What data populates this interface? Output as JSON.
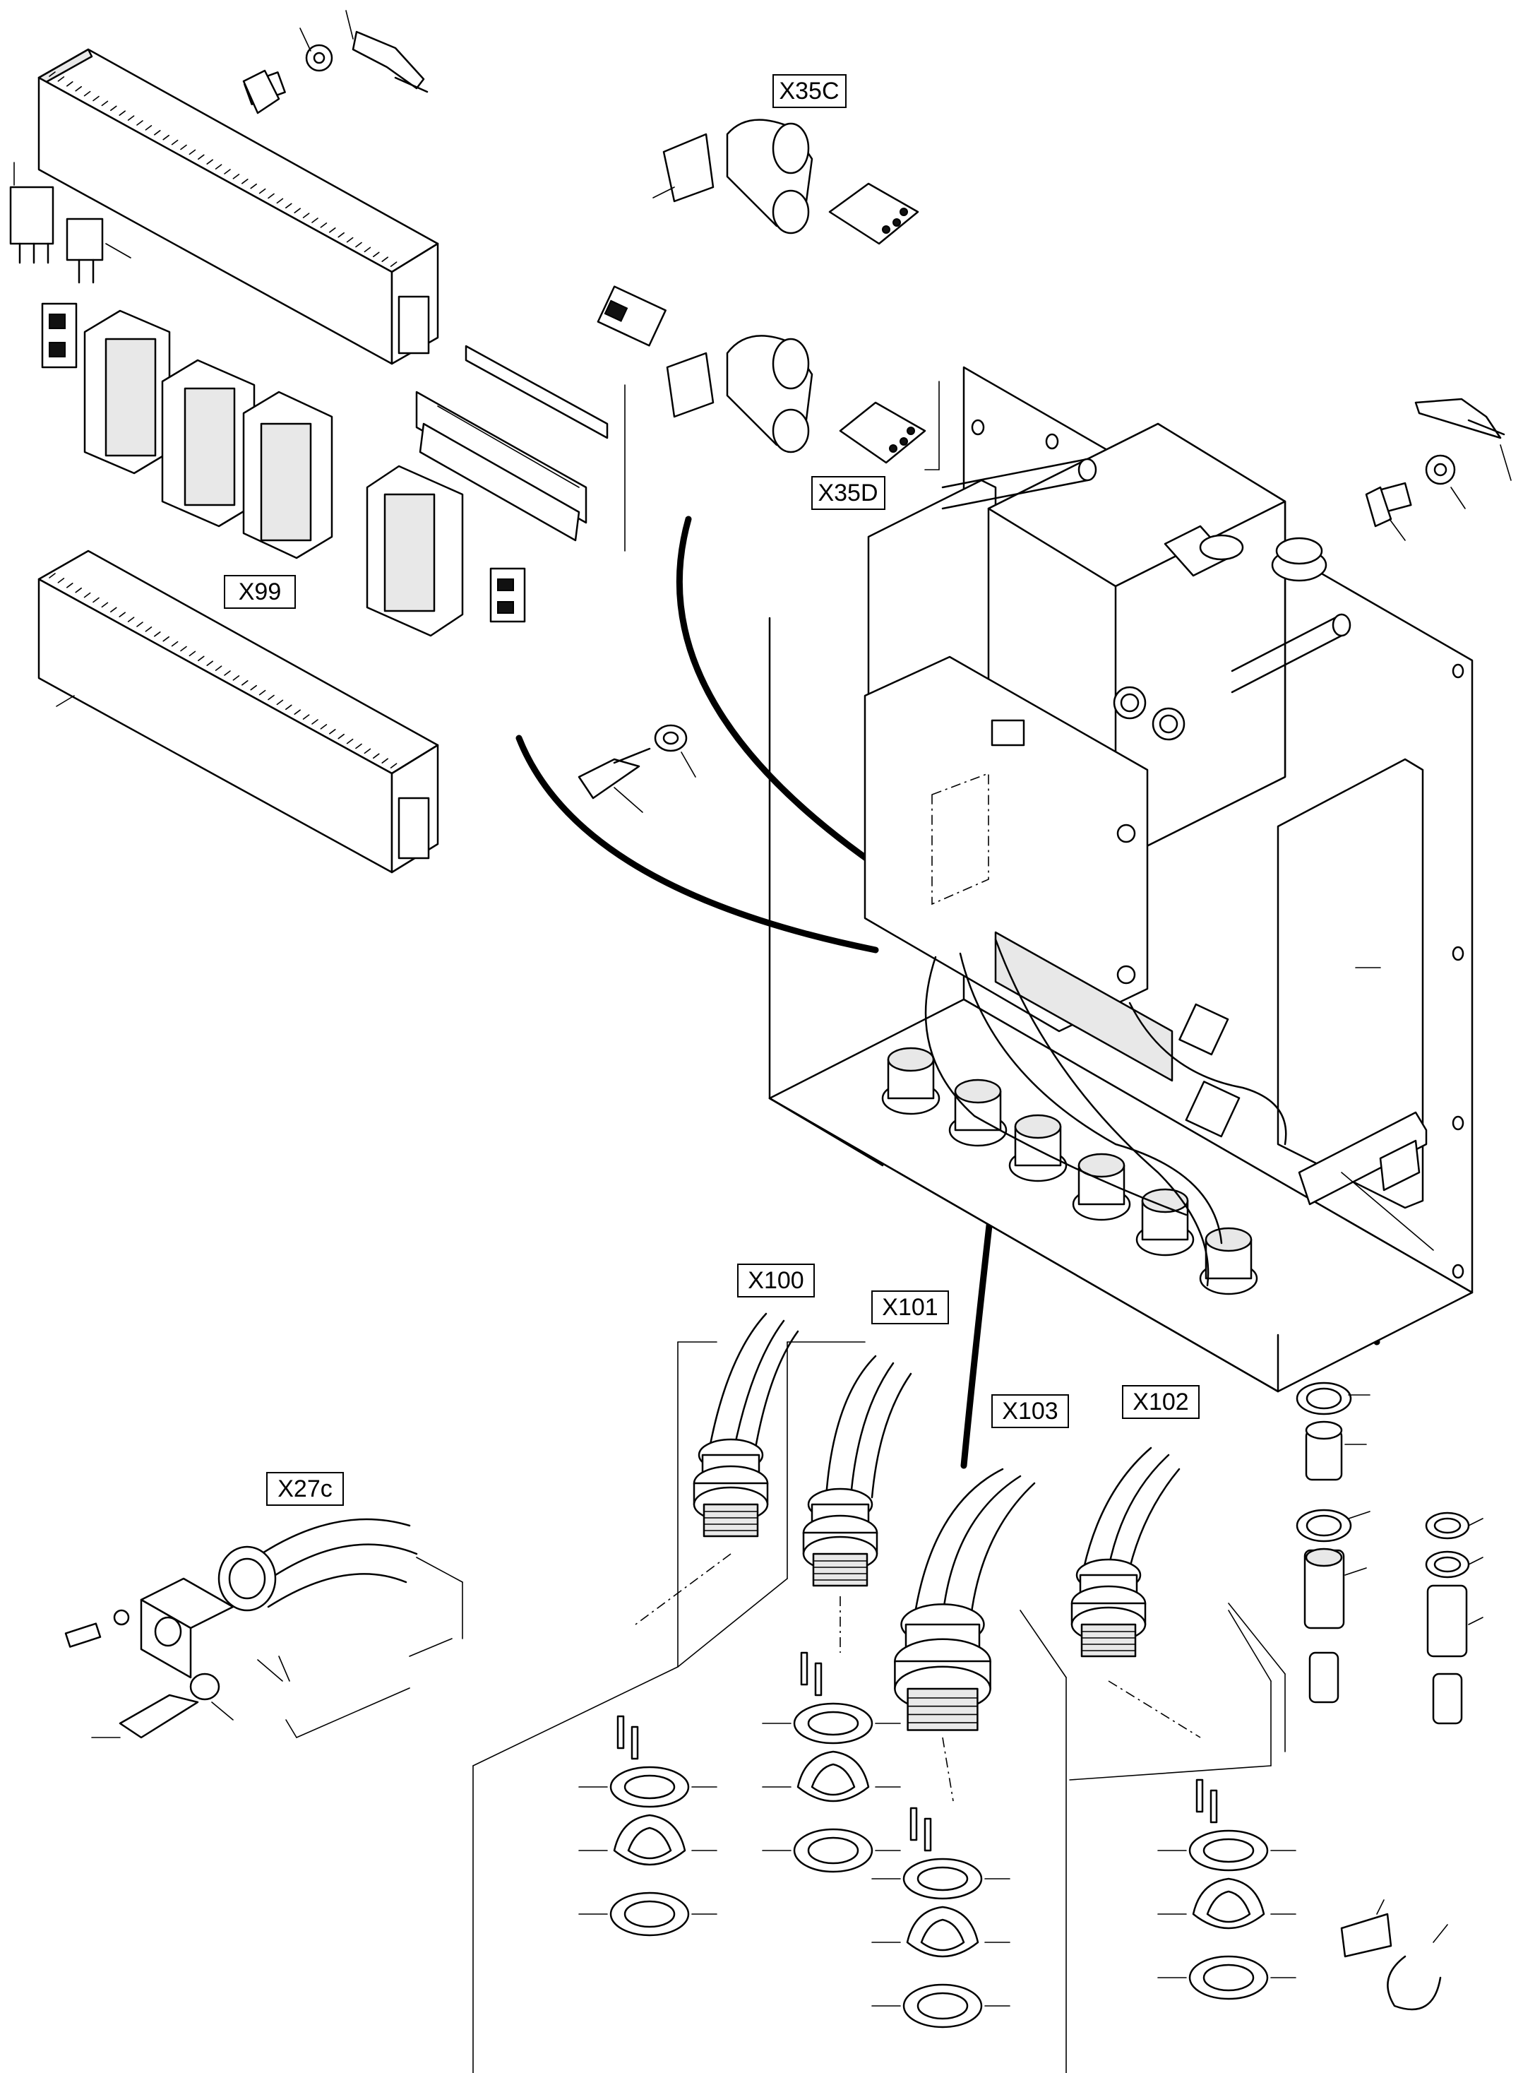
{
  "connector_labels": {
    "x35c": "X35C",
    "x35d": "X35D",
    "x99": "X99",
    "x100": "X100",
    "x101": "X101",
    "x103": "X103",
    "x102": "X102",
    "x27c": "X27c"
  }
}
